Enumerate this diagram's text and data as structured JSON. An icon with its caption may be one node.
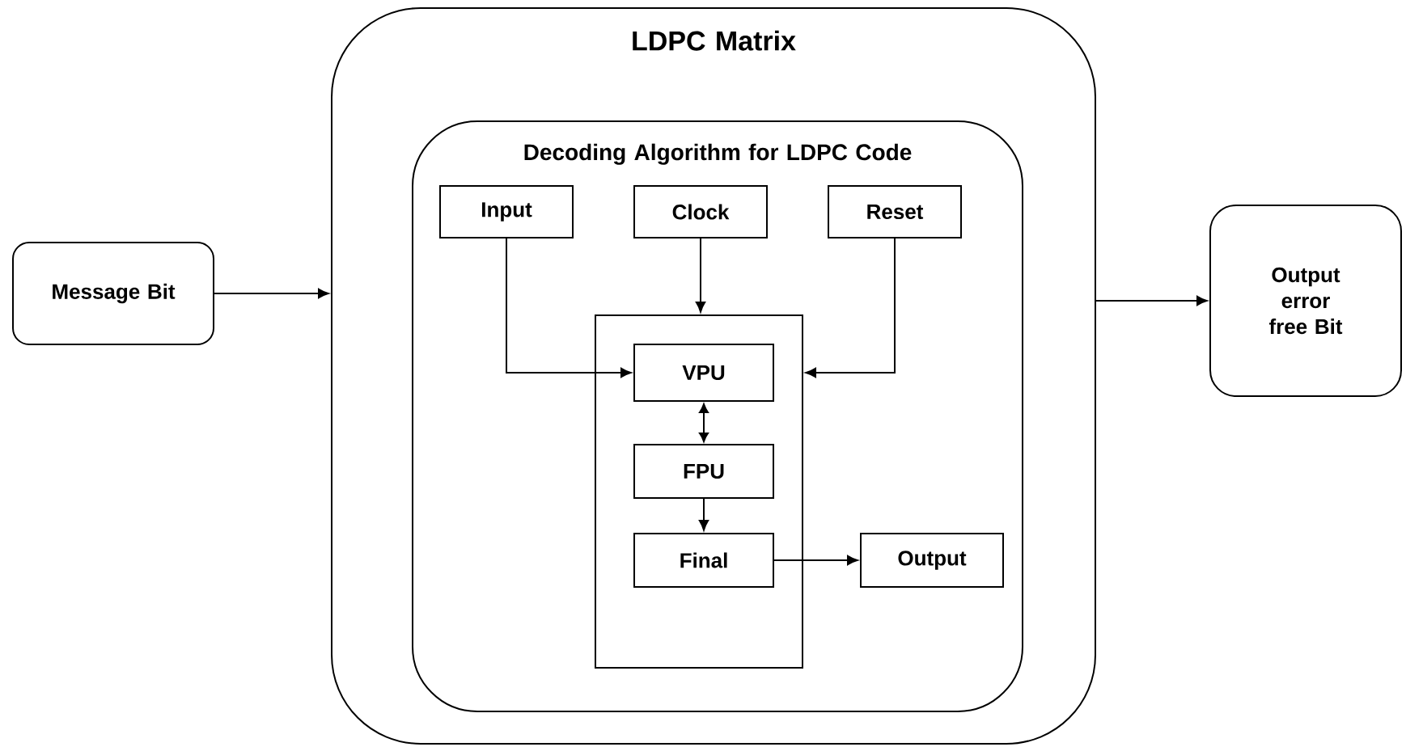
{
  "diagram": {
    "nodes": [
      {
        "text": [
          "Message Bit"
        ]
      },
      {
        "text": [
          "LDPC Matrix"
        ]
      },
      {
        "text": [
          "Decoding Algorithm for LDPC Code"
        ],
        "in": 1
      },
      {
        "text": [
          "Input"
        ],
        "in": 2
      },
      {
        "text": [
          "Clock"
        ],
        "in": 2
      },
      {
        "text": [
          "Reset"
        ],
        "in": 2
      },
      {
        "text": [],
        "shape": "box",
        "in": 2
      },
      {
        "text": [
          "VPU"
        ],
        "in": 6
      },
      {
        "text": [
          "FPU"
        ],
        "in": 6
      },
      {
        "text": [
          "Final"
        ],
        "in": 6
      },
      {
        "text": [
          "Output"
        ],
        "in": 2
      },
      {
        "text": [
          "Output error free Bit"
        ]
      }
    ],
    "edges": [
      {
        "from": 0,
        "to": 1,
        "arrow": "to"
      },
      {
        "from": 1,
        "to": 11,
        "arrow": "to"
      },
      {
        "from": 3,
        "to": 7,
        "arrow": "to"
      },
      {
        "from": 4,
        "to": 6,
        "arrow": "to"
      },
      {
        "from": 5,
        "to": 6,
        "arrow": "to"
      },
      {
        "from": 7,
        "to": 8,
        "arrow": "both"
      },
      {
        "from": 8,
        "to": 9,
        "arrow": "to"
      },
      {
        "from": 9,
        "to": 10,
        "arrow": "to"
      }
    ]
  }
}
